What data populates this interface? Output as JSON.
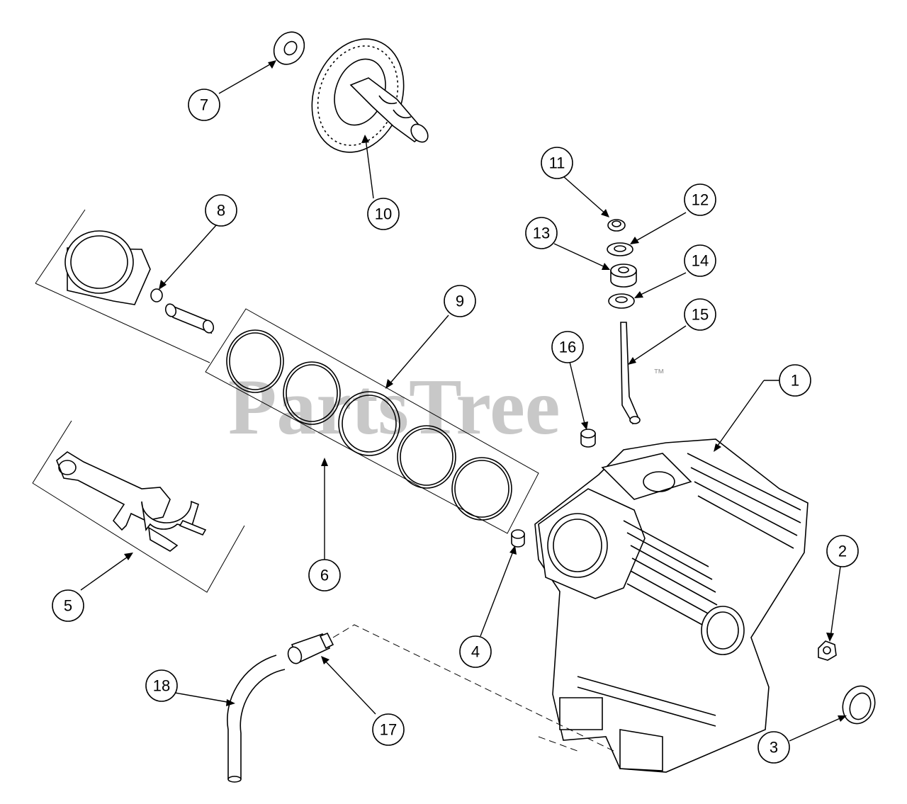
{
  "watermark": {
    "text": "PartsTree",
    "trademark": "™"
  },
  "callouts": [
    {
      "id": "1",
      "label": "1"
    },
    {
      "id": "2",
      "label": "2"
    },
    {
      "id": "3",
      "label": "3"
    },
    {
      "id": "4",
      "label": "4"
    },
    {
      "id": "5",
      "label": "5"
    },
    {
      "id": "6",
      "label": "6"
    },
    {
      "id": "7",
      "label": "7"
    },
    {
      "id": "8",
      "label": "8"
    },
    {
      "id": "9",
      "label": "9"
    },
    {
      "id": "10",
      "label": "10"
    },
    {
      "id": "11",
      "label": "11"
    },
    {
      "id": "12",
      "label": "12"
    },
    {
      "id": "13",
      "label": "13"
    },
    {
      "id": "14",
      "label": "14"
    },
    {
      "id": "15",
      "label": "15"
    },
    {
      "id": "16",
      "label": "16"
    },
    {
      "id": "17",
      "label": "17"
    },
    {
      "id": "18",
      "label": "18"
    }
  ]
}
